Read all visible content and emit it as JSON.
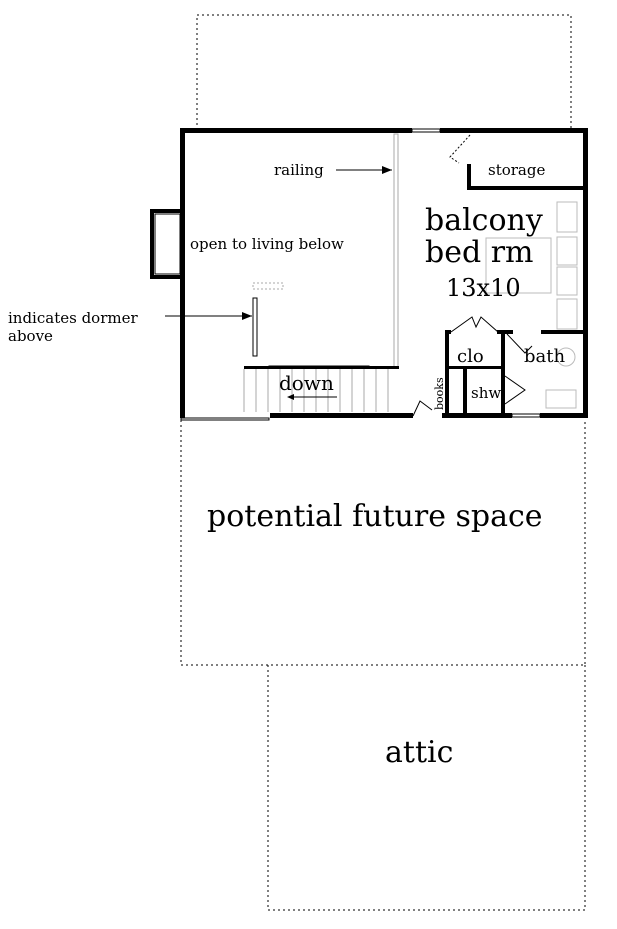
{
  "labels": {
    "railing": "railing",
    "open_to_living": "open to living below",
    "dormer_line1": "indicates dormer",
    "dormer_line2": "above",
    "storage": "storage",
    "room_name_line1": "balcony",
    "room_name_line2": "bed rm",
    "room_size": "13x10",
    "clo": "clo",
    "bath": "bath",
    "shw": "shw",
    "books": "books",
    "down": "down",
    "future_space": "potential future space",
    "attic": "attic"
  }
}
